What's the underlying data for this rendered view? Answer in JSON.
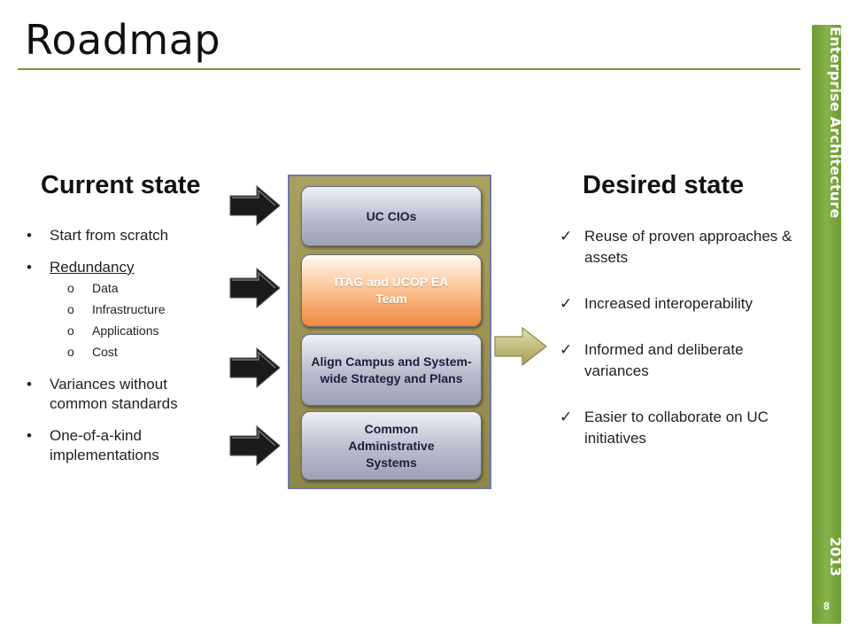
{
  "slide": {
    "title": "Roadmap",
    "sidebar_title": "Enterprise Architecture",
    "sidebar_year": "2013",
    "page_number": "8",
    "accent_color": "#7a9a3a"
  },
  "current_state": {
    "heading": "Current state",
    "items": [
      {
        "label": "Start from scratch"
      },
      {
        "label": "Redundancy",
        "subitems": [
          "Data",
          "Infrastructure",
          "Applications",
          "Cost"
        ]
      },
      {
        "label": "Variances without common standards"
      },
      {
        "label": "One-of-a-kind implementations"
      }
    ]
  },
  "center_stack": {
    "boxes": [
      {
        "label": "UC CIOs"
      },
      {
        "label": "ITAG and UCOP EA Team"
      },
      {
        "label": "Align Campus and System-wide Strategy and Plans"
      },
      {
        "label": "Common Administrative Systems"
      }
    ]
  },
  "desired_state": {
    "heading": "Desired state",
    "items": [
      "Reuse of proven approaches & assets",
      "Increased interoperability",
      "Informed and deliberate variances",
      "Easier to collaborate on UC initiatives"
    ]
  }
}
